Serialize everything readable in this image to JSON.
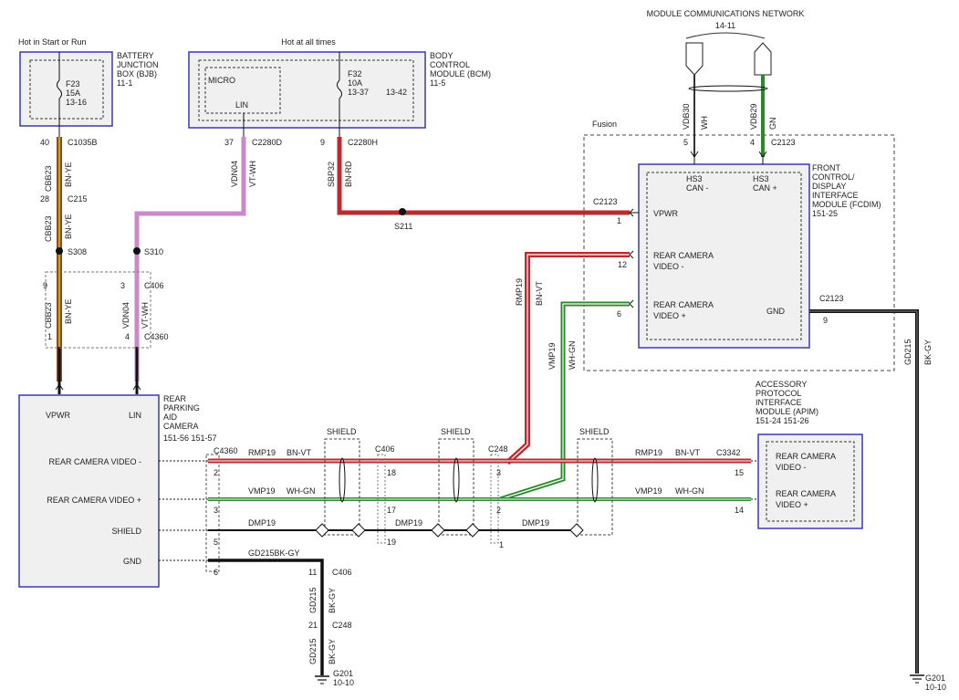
{
  "header": {
    "network_label": "MODULE COMMUNICATIONS NETWORK",
    "network_ref": "14-11"
  },
  "bjb": {
    "supply": "Hot in Start or Run",
    "name": [
      "BATTERY",
      "JUNCTION",
      "BOX (BJB)",
      "11-1"
    ],
    "fuse": [
      "F23",
      "15A",
      "13-16"
    ]
  },
  "bcm": {
    "supply": "Hot at all times",
    "name": [
      "BODY",
      "CONTROL",
      "MODULE (BCM)",
      "11-5"
    ],
    "micro": "MICRO",
    "lin": "LIN",
    "fuse": [
      "F32",
      "10A",
      "13-37"
    ],
    "ref2": "13-42"
  },
  "fusion": "Fusion",
  "fcdim": {
    "name": [
      "FRONT",
      "CONTROL/",
      "DISPLAY",
      "INTERFACE",
      "MODULE (FCDIM)",
      "151-25"
    ],
    "can_minus": [
      "HS3",
      "CAN -"
    ],
    "can_plus": [
      "HS3",
      "CAN +"
    ],
    "vpwr": "VPWR",
    "rcv_minus": [
      "REAR CAMERA",
      "VIDEO -"
    ],
    "rcv_plus": [
      "REAR CAMERA",
      "VIDEO +"
    ],
    "gnd": "GND"
  },
  "apim": {
    "name": [
      "ACCESSORY",
      "PROTOCOL",
      "INTERFACE",
      "MODULE (APIM)",
      "151-24  151-26"
    ],
    "rcv_minus": [
      "REAR CAMERA",
      "VIDEO -"
    ],
    "rcv_plus": [
      "REAR CAMERA",
      "VIDEO +"
    ]
  },
  "camera": {
    "name": [
      "REAR",
      "PARKING",
      "AID",
      "CAMERA",
      "151-56  151-57"
    ],
    "vpwr": "VPWR",
    "lin": "LIN",
    "rcv_minus": "REAR CAMERA VIDEO -",
    "rcv_plus": "REAR CAMERA VIDEO +",
    "shield": "SHIELD",
    "gnd": "GND"
  },
  "connectors": {
    "c1035b": "C1035B",
    "c215": "C215",
    "s308": "S308",
    "c406": "C406",
    "c4360": "C4360",
    "c2280d": "C2280D",
    "c2280h": "C2280H",
    "s310": "S310",
    "s211": "S211",
    "c2123": "C2123",
    "c248": "C248",
    "c3342": "C3342",
    "g201": "G201",
    "g201_ref": "10-10"
  },
  "wires": {
    "cbb23": "CBB23",
    "bn_ye": "BN-YE",
    "vdn04": "VDN04",
    "vt_wh": "VT-WH",
    "sbp32": "SBP32",
    "bn_rd": "BN-RD",
    "vdb30": "VDB30",
    "wh": "WH",
    "vdb29": "VDB29",
    "gn": "GN",
    "rmp19": "RMP19",
    "bn_vt": "BN-VT",
    "vmp19": "VMP19",
    "wh_gn": "WH-GN",
    "dmp19": "DMP19",
    "gd215": "GD215",
    "bk_gy": "BK-GY",
    "gd215bkgy": "GD215BK-GY",
    "shield": "SHIELD"
  },
  "pins": {
    "p40": "40",
    "p28": "28",
    "p9": "9",
    "p1": "1",
    "p37": "37",
    "p3": "3",
    "p4": "4",
    "p5": "5",
    "p12": "12",
    "p6": "6",
    "p2": "2",
    "p18": "18",
    "p17": "17",
    "p19": "19",
    "p15": "15",
    "p14": "14",
    "p11": "11",
    "p21": "21"
  },
  "colors": {
    "red": "#c0282b",
    "brown": "#8a4a24",
    "violet": "#cc88cc",
    "green": "#2a8a2a",
    "black": "#111111",
    "box_border": "#3a3ab0"
  }
}
